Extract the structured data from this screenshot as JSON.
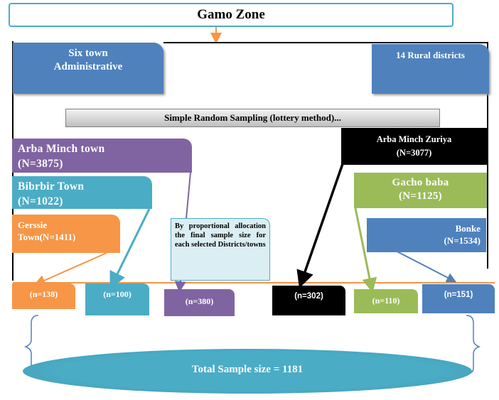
{
  "title": "Gamo Zone",
  "left_group": {
    "line1": "Six town",
    "line2": "Administrative"
  },
  "right_group": "14 Rural districts",
  "method": "Simple Random Sampling (lottery method)...",
  "towns": [
    {
      "name": "Arba Minch town",
      "pop": "(N=3875)",
      "color": "#8064a2"
    },
    {
      "name": "Bibrbir Town",
      "pop": "(N=1022)",
      "color": "#4bacc6"
    },
    {
      "name": "Gerssie",
      "pop": "Town(N=1411)",
      "color": "#f79646"
    }
  ],
  "districts": [
    {
      "name": "Arba Minch Zuriya",
      "pop": "(N=3077)",
      "color": "#000000"
    },
    {
      "name": "Gacho baba",
      "pop": "(N=1125)",
      "color": "#9bbb59"
    },
    {
      "name": "Bonke",
      "pop": "(N=1534)",
      "color": "#4f81bd"
    }
  ],
  "note": "By proportional allocation the final sample size for each selected Districts/towns",
  "samples": [
    "(n=138)",
    "(n=100)",
    "(n=380)",
    "(n=302)",
    "(n=110)",
    "(n=151)"
  ],
  "total": "Total Sample size = 1181",
  "colors": {
    "blue": "#4f81bd",
    "teal": "#4bacc6",
    "orange": "#f79646",
    "purple": "#8064a2",
    "green": "#9bbb59"
  }
}
